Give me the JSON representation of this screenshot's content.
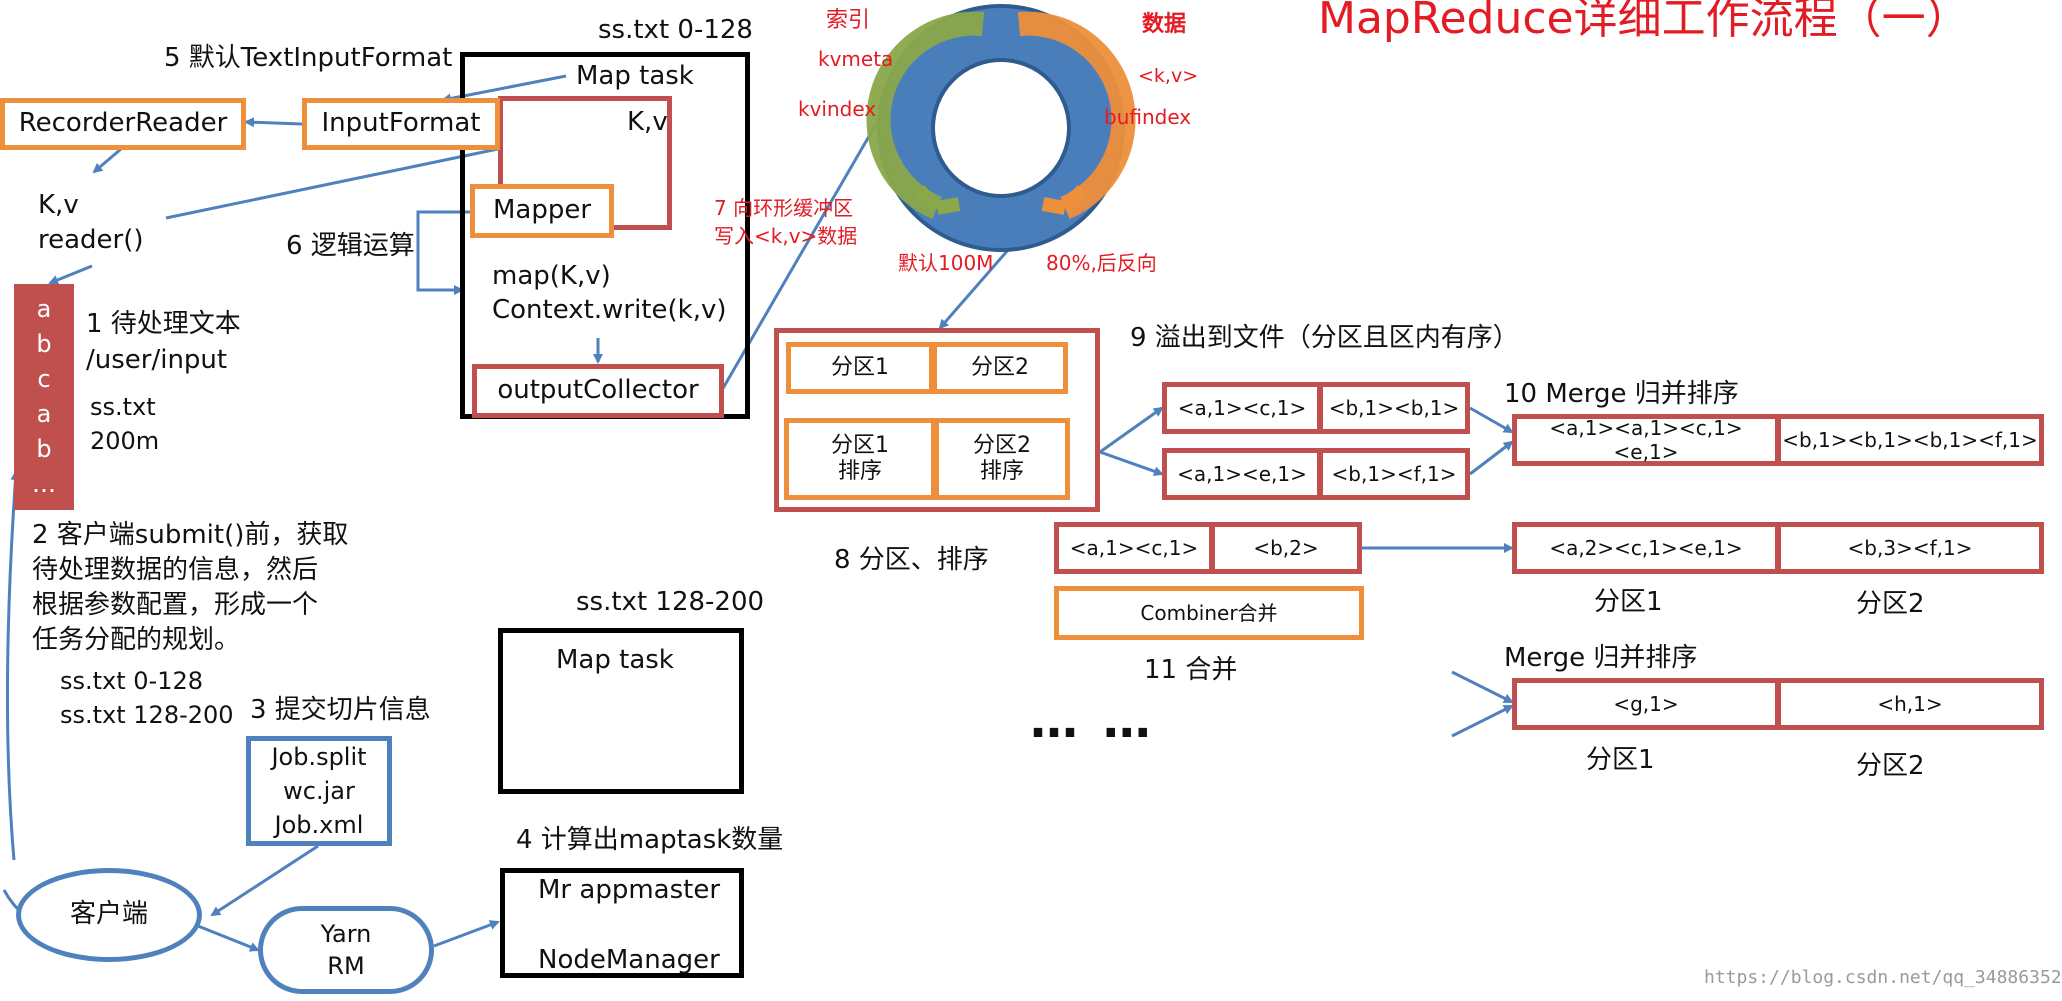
{
  "title": "MapReduce详细工作流程（一）",
  "watermark": "https://blog.csdn.net/qq_34886352",
  "colors": {
    "red": "#c0504d",
    "orange": "#ed8f3b",
    "blue": "#4f81bd",
    "ring": "#4a7ebb",
    "accent_red": "#e31b23"
  },
  "map_task_1": {
    "header": "ss.txt 0-128",
    "title": "Map task",
    "kv": "K,v",
    "mapper": "Mapper",
    "map_fn": "map(K,v)",
    "context_write": "Context.write(k,v)",
    "output_collector": "outputCollector"
  },
  "step5": "5 默认TextInputFormat",
  "recorder_reader": "RecorderReader",
  "input_format": "InputFormat",
  "kv_reader": "K,v\nreader()",
  "step6": "6 逻辑运算",
  "input_text": {
    "chars": "a\nb\nc\na\nb\n…",
    "step1": "1 待处理文本\n/user/input",
    "file": "ss.txt\n200m"
  },
  "step2": "2 客户端submit()前，获取\n待处理数据的信息，然后\n根据参数配置，形成一个\n任务分配的规划。",
  "splits": "ss.txt  0-128\nss.txt  128-200",
  "step3": "3 提交切片信息",
  "job_files": "Job.split\nwc.jar\nJob.xml",
  "client": "客户端",
  "yarn": "Yarn\nRM",
  "map_task_2": {
    "header": "ss.txt 128-200",
    "title": "Map task"
  },
  "step4": "4 计算出maptask数量",
  "app_master": {
    "line1": "Mr appmaster",
    "line2": "NodeManager"
  },
  "ring_buffer": {
    "index": "索引",
    "kvmeta": "kvmeta",
    "kvindex": "kvindex",
    "data": "数据",
    "kv": "<k,v>",
    "bufindex": "bufindex",
    "step7": "7 向环形缓冲区\n写入<k,v>数据",
    "default_size": "默认100M",
    "spill_threshold": "80%,后反向"
  },
  "partition": {
    "p1": "分区1",
    "p2": "分区2",
    "p1_sort": "分区1\n排序",
    "p2_sort": "分区2\n排序",
    "step8": "8 分区、排序"
  },
  "step9": "9 溢出到文件（分区且区内有序）",
  "spill_files": {
    "r1a": "<a,1><c,1>",
    "r1b": "<b,1><b,1>",
    "r2a": "<a,1><e,1>",
    "r2b": "<b,1><f,1>"
  },
  "step10": "10 Merge 归并排序",
  "merged": {
    "a": "<a,1><a,1><c,1><e,1>",
    "b": "<b,1><b,1><b,1><f,1>"
  },
  "combine": {
    "in_a": "<a,1><c,1>",
    "in_b": "<b,2>",
    "label": "Combiner合并",
    "step11": "11 合并",
    "out_a": "<a,2><c,1><e,1>",
    "out_b": "<b,3><f,1>",
    "part1": "分区1",
    "part2": "分区2"
  },
  "ellipsis": "…  …",
  "merge2": {
    "label": "Merge 归并排序",
    "a": "<g,1>",
    "b": "<h,1>",
    "part1": "分区1",
    "part2": "分区2"
  }
}
